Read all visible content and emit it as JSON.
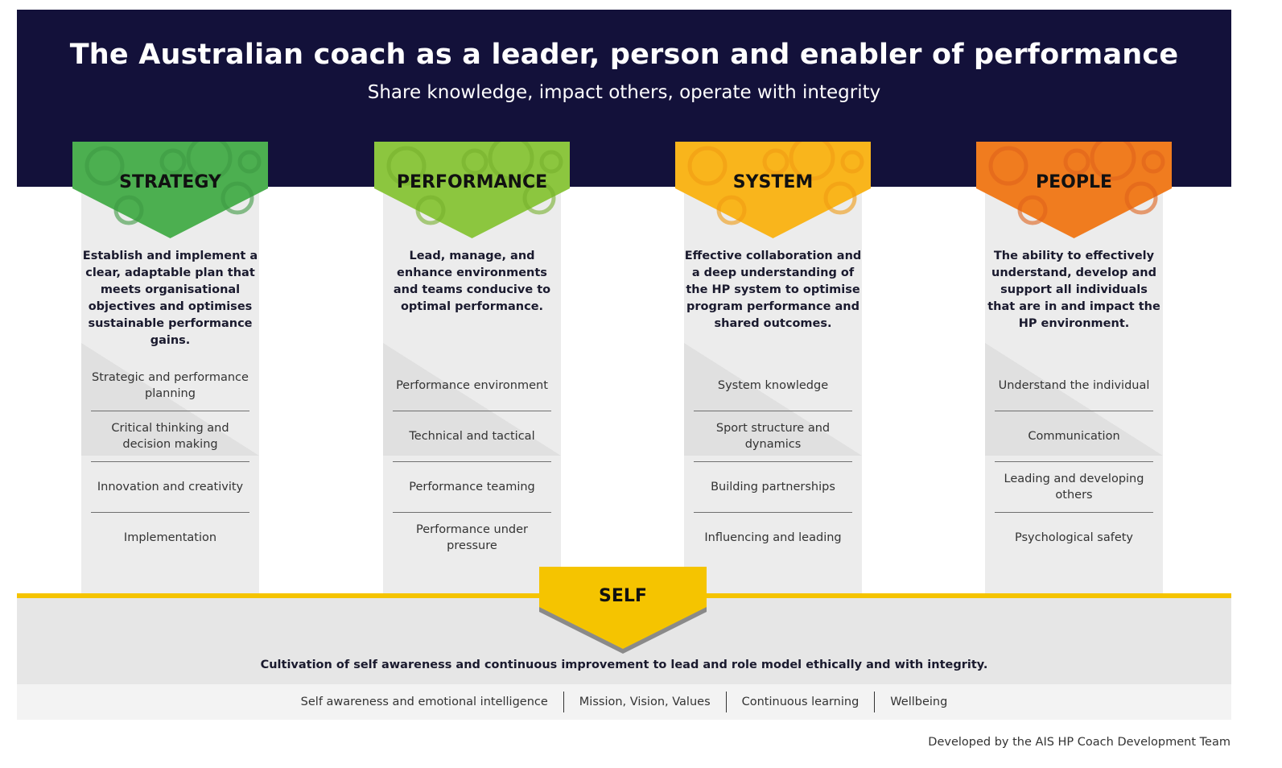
{
  "header": {
    "title": "The Australian coach as a leader, person and enabler of performance",
    "subtitle": "Share knowledge, impact others, operate with integrity",
    "background_color": "#13113a"
  },
  "pillars": [
    {
      "label": "STRATEGY",
      "color": "#4caf50",
      "color_dark": "#3e9a42",
      "description": "Establish and implement a clear, adaptable plan that meets organisational objectives and optimises sustainable performance gains.",
      "items": [
        "Strategic and performance planning",
        "Critical thinking and decision making",
        "Innovation and creativity",
        "Implementation"
      ]
    },
    {
      "label": "PERFORMANCE",
      "color": "#8cc63f",
      "color_dark": "#76b12d",
      "description": "Lead, manage, and enhance environments and teams conducive to optimal performance.",
      "items": [
        "Performance environment",
        "Technical and tactical",
        "Performance teaming",
        "Performance under pressure"
      ]
    },
    {
      "label": "SYSTEM",
      "color": "#f9b51c",
      "color_dark": "#f09b12",
      "description": "Effective collaboration and a deep understanding of the HP system to optimise program performance and shared outcomes.",
      "items": [
        "System knowledge",
        "Sport structure and dynamics",
        "Building partnerships",
        "Influencing and leading"
      ]
    },
    {
      "label": "PEOPLE",
      "color": "#f07c1f",
      "color_dark": "#e0621a",
      "description": "The ability to effectively understand, develop and support all individuals that are in and impact the HP environment.",
      "items": [
        "Understand the individual",
        "Communication",
        "Leading and developing others",
        "Psychological safety"
      ]
    }
  ],
  "self": {
    "label": "SELF",
    "color": "#f5c400",
    "description": "Cultivation of self awareness and continuous improvement to lead and role model ethically and with integrity.",
    "items": [
      "Self awareness and emotional intelligence",
      "Mission, Vision, Values",
      "Continuous learning",
      "Wellbeing"
    ]
  },
  "credit": "Developed by the AIS HP Coach Development Team"
}
